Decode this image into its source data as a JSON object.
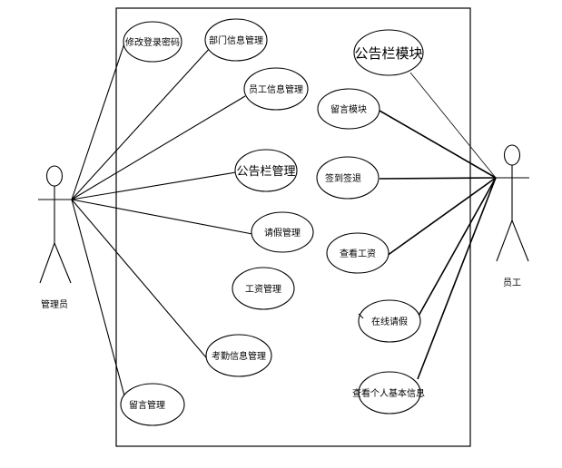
{
  "diagram": {
    "actors": {
      "admin": "管理员",
      "employee": "员工"
    },
    "use_cases": {
      "change_password": "修改登录密码",
      "dept_info": "部门信息管理",
      "staff_info": "员工信息管理",
      "notice_admin": "公告栏管理",
      "leave_admin": "请假管理",
      "salary_admin": "工资管理",
      "attendance_admin": "考勤信息管理",
      "message_admin": "留言管理",
      "notice_module": "公告栏模块",
      "message_module": "留言模块",
      "sign_in": "签到签退",
      "view_salary": "查看工资",
      "online_leave": "在线请假",
      "view_profile": "查看个人基本信息"
    }
  }
}
